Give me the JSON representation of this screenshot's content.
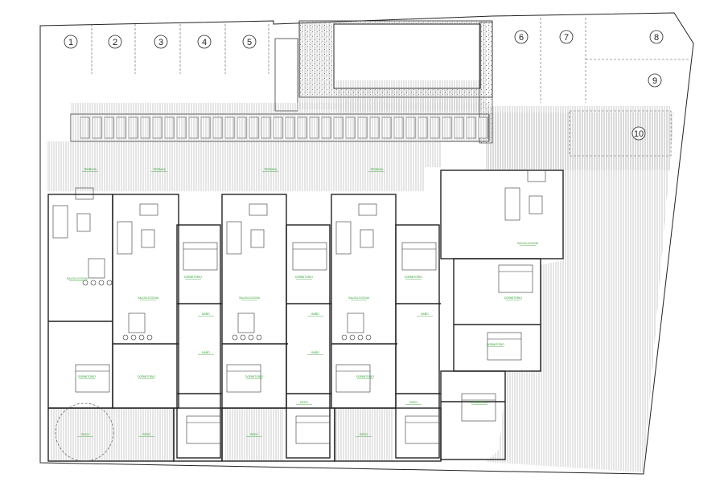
{
  "plan": {
    "parking_numbers": [
      "1",
      "2",
      "3",
      "4",
      "5",
      "6",
      "7",
      "8",
      "9",
      "10"
    ],
    "room_labels": [
      "TERRAZA",
      "TERRAZA",
      "TERRAZA",
      "TERRAZA",
      "SALON-COCINA",
      "SALON-COCINA",
      "SALON-COCINA",
      "SALON-COCINA",
      "SALON-COCINA",
      "DORMITORIO",
      "DORMITORIO",
      "DORMITORIO",
      "DORMITORIO",
      "DORMITORIO",
      "DORMITORIO",
      "DORMITORIO",
      "DORMITORIO",
      "DORMITORIO",
      "DORMITORIO",
      "BAÑO",
      "BAÑO",
      "BAÑO",
      "BAÑO",
      "BAÑO",
      "PATIO",
      "PATIO",
      "PATIO",
      "PATIO",
      "PATIO",
      "PATIO"
    ]
  },
  "colors": {
    "line": "#222222",
    "hatch": "#9a9a9a",
    "label": "#2e9a2e",
    "pool_edge": "#555555"
  }
}
